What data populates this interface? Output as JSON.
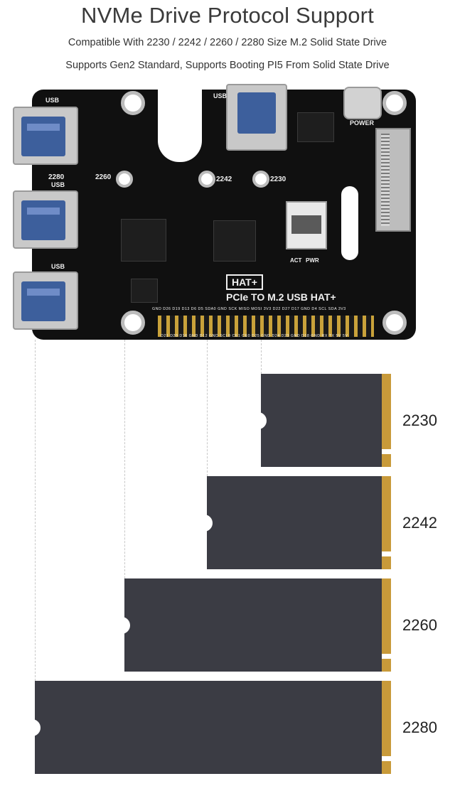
{
  "header": {
    "title": "NVMe Drive Protocol Support",
    "line1": "Compatible With 2230 / 2242 / 2260 / 2280 Size M.2 Solid State Drive",
    "line2": "Supports Gen2 Standard, Supports Booting PI5 From Solid State Drive"
  },
  "board": {
    "usb_label": "USB",
    "size_marks": [
      "2260",
      "2242",
      "2230"
    ],
    "label_2280": "2280",
    "power_label": "POWER",
    "act_label": "ACT",
    "pwr_label": "PWR",
    "hat_logo": "HAT+",
    "product_name": "PCIe TO M.2 USB HAT+",
    "gpio_top": "GND D26 D19 D13 D6 D5 SDA0 GND SCK MISO MOSI 3V3 D22 D27 D17 GND D4 SCL SDA 3V3",
    "gpio_bottom": "D21 D20 D16 GND D12 GND SCL0 CE1 CE0 D25 GND D24 D23 GND D18 GND RX TX 5V 5V"
  },
  "ssd_sizes": [
    {
      "label": "2230"
    },
    {
      "label": "2242"
    },
    {
      "label": "2260"
    },
    {
      "label": "2280"
    }
  ]
}
